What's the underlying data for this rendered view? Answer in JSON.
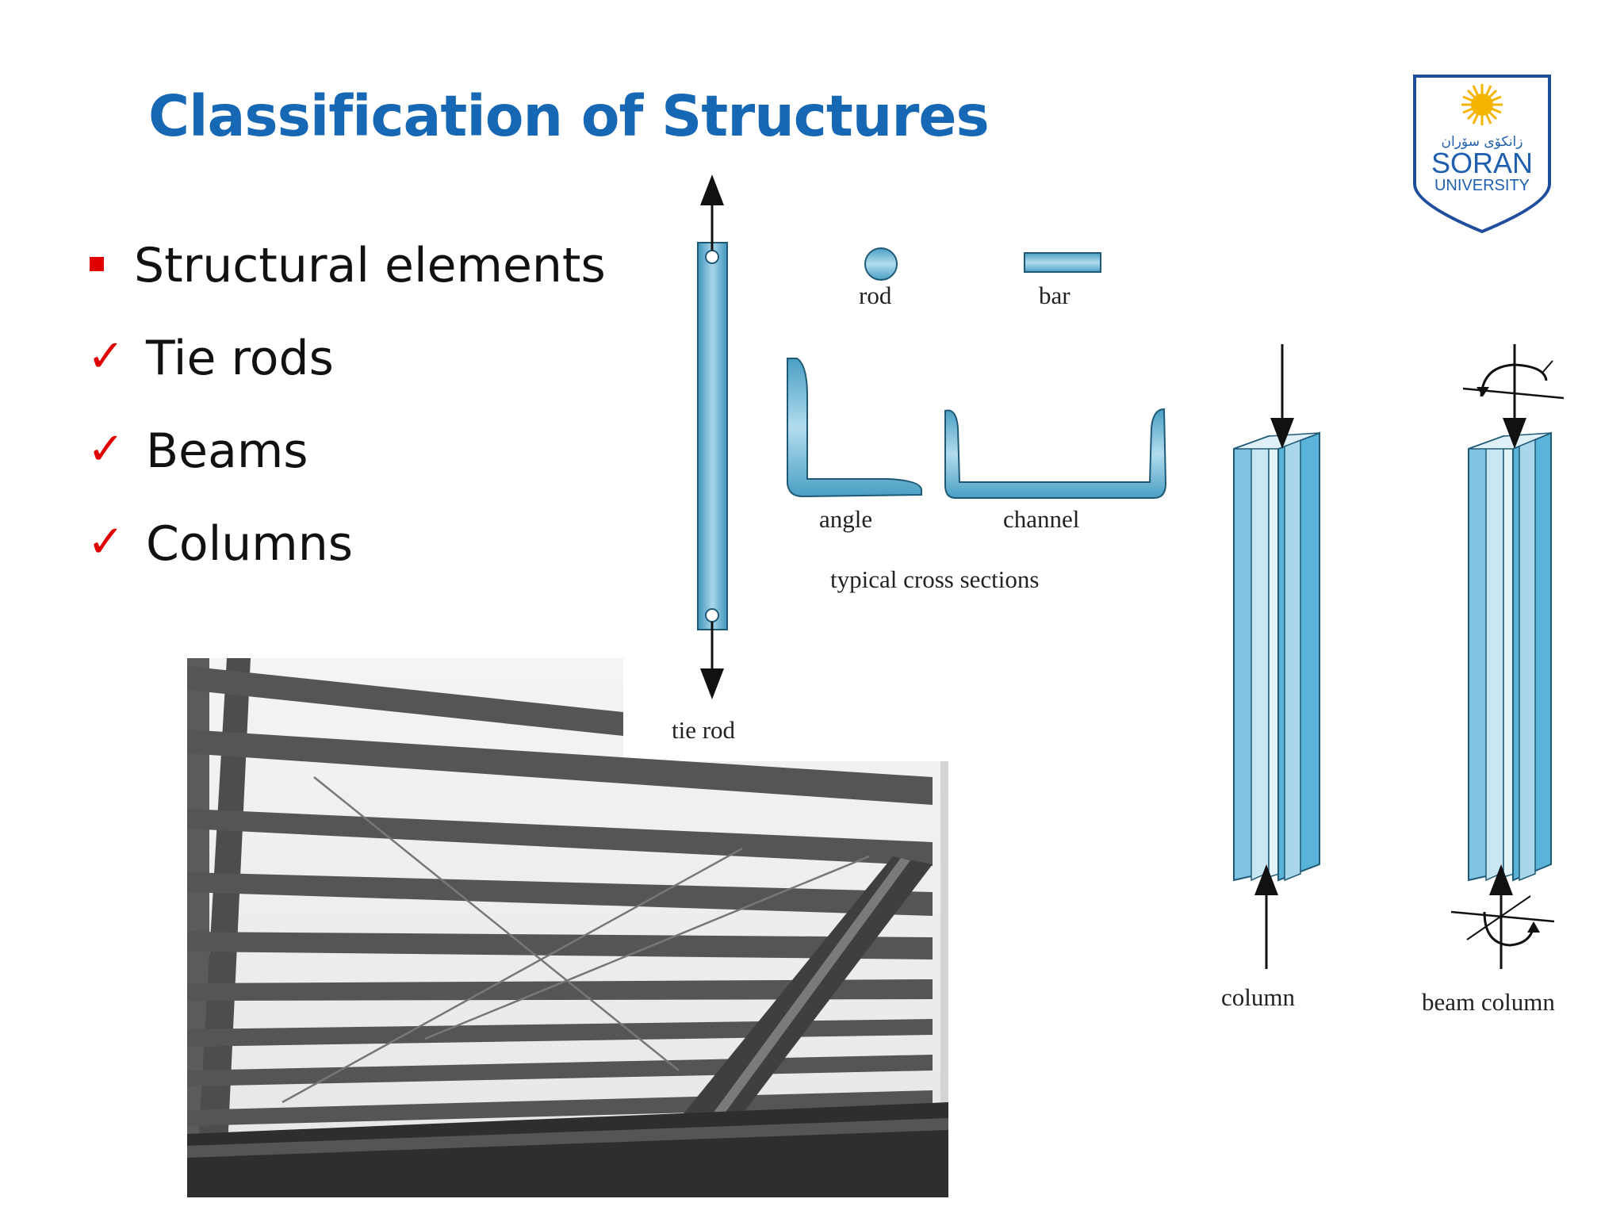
{
  "slide": {
    "title": "Classification of Structures",
    "bullets": [
      {
        "marker": "square",
        "text": "Structural elements"
      },
      {
        "marker": "check",
        "text": "Tie rods"
      },
      {
        "marker": "check",
        "text": "Beams"
      },
      {
        "marker": "check",
        "text": "Columns"
      }
    ]
  },
  "logo": {
    "script_text": "زانكۆی سۆران",
    "name": "SORAN",
    "subtitle": "UNIVERSITY",
    "colors": {
      "border": "#1f4e9c",
      "text": "#1f5fae",
      "sun": "#f5b400"
    }
  },
  "figure": {
    "labels": {
      "rod": "rod",
      "bar": "bar",
      "angle": "angle",
      "channel": "channel",
      "cross_sections": "typical cross sections",
      "tie_rod": "tie rod",
      "column": "column",
      "beam_column": "beam column"
    },
    "colors": {
      "steel": "#5ab3d8",
      "steel_light": "#c8e6f3",
      "steel_dark": "#2d6f8c"
    }
  },
  "photo": {
    "icon": "steel-frame-photo"
  },
  "colors": {
    "title": "#1667b4",
    "bullet_marker": "#e00000"
  }
}
